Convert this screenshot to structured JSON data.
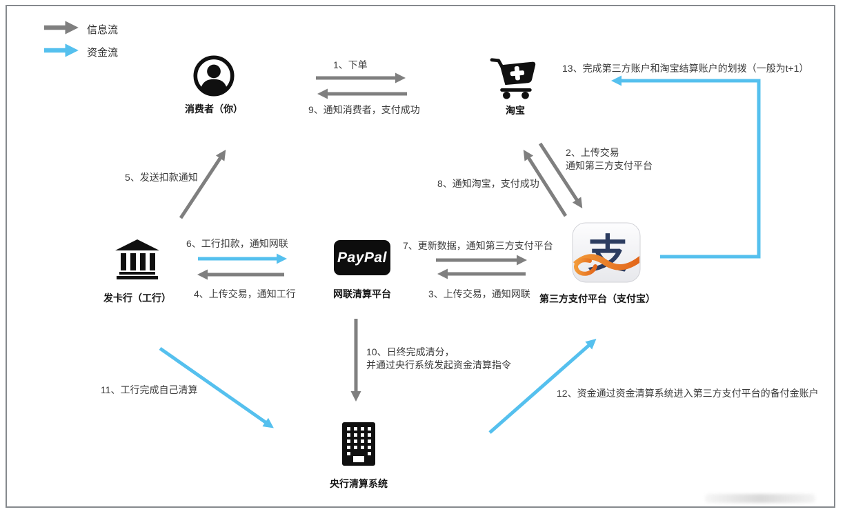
{
  "legend": {
    "info_flow": "信息流",
    "fund_flow": "资金流"
  },
  "colors": {
    "info_flow": "#7f7f7f",
    "fund_flow": "#55c0ee",
    "paypal_bg": "#0d0d0d",
    "alipay_char": "#2c3c60",
    "alipay_ribbon": "#ed7d23"
  },
  "nodes": {
    "consumer": {
      "label": "消费者（你）",
      "icon": "person-icon"
    },
    "taobao": {
      "label": "淘宝",
      "icon": "cart-plus-icon"
    },
    "issuing_bank": {
      "label": "发卡行（工行）",
      "icon": "bank-icon"
    },
    "netsunion": {
      "label": "网联清算平台",
      "icon": "paypal-logo",
      "logo_text": "PayPal"
    },
    "alipay": {
      "label": "第三方支付平台（支付宝）",
      "icon": "alipay-logo",
      "logo_char": "支"
    },
    "central_bank": {
      "label": "央行清算系统",
      "icon": "office-building-icon"
    }
  },
  "flows": {
    "f1": {
      "label": "1、下单",
      "type": "info"
    },
    "f2": {
      "line1": "2、上传交易",
      "line2": "通知第三方支付平台",
      "type": "info"
    },
    "f3": {
      "label": "3、上传交易，通知网联",
      "type": "info"
    },
    "f4": {
      "label": "4、上传交易，通知工行",
      "type": "info"
    },
    "f5": {
      "label": "5、发送扣款通知",
      "type": "info"
    },
    "f6": {
      "label": "6、工行扣款，通知网联",
      "type": "fund"
    },
    "f7": {
      "label": "7、更新数据，通知第三方支付平台",
      "type": "info"
    },
    "f8": {
      "label": "8、通知淘宝，支付成功",
      "type": "info"
    },
    "f9": {
      "label": "9、通知消费者，支付成功",
      "type": "info"
    },
    "f10": {
      "line1": "10、日终完成清分，",
      "line2": "并通过央行系统发起资金清算指令",
      "type": "info"
    },
    "f11": {
      "label": "11、工行完成自己清算",
      "type": "fund"
    },
    "f12": {
      "label": "12、资金通过资金清算系统进入第三方支付平台的备付金账户",
      "type": "fund"
    },
    "f13": {
      "label": "13、完成第三方账户和淘宝结算账户的划拨（一般为t+1）",
      "type": "fund"
    }
  }
}
